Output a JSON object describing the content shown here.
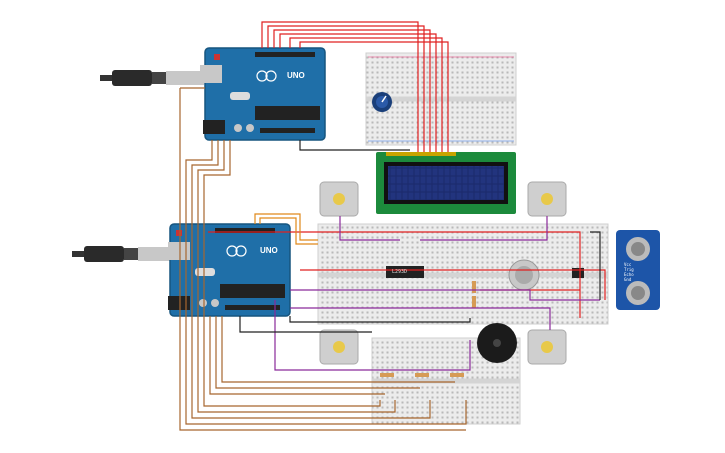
{
  "boards": {
    "uno_top": {
      "label": "UNO"
    },
    "uno_bottom": {
      "label": "UNO"
    }
  },
  "chip": {
    "label": "L293D"
  },
  "ultrasonic": {
    "pins": "Vcc\nTrig\nEcho\nGnd"
  },
  "colors": {
    "arduino": "#1f6fa8",
    "arduino_dark": "#16557f",
    "breadboard": "#ececec",
    "lcd_pcb": "#1c8a3c",
    "lcd_screen": "#1b2a6b",
    "motor": "#cfcfcf",
    "motor_shaft": "#e8c94a",
    "wire_red": "#e02020",
    "wire_brown": "#a6662e",
    "wire_purple": "#8a2a9a",
    "wire_black": "#222222",
    "wire_orange": "#e0891a",
    "sensor": "#1d55a8"
  }
}
